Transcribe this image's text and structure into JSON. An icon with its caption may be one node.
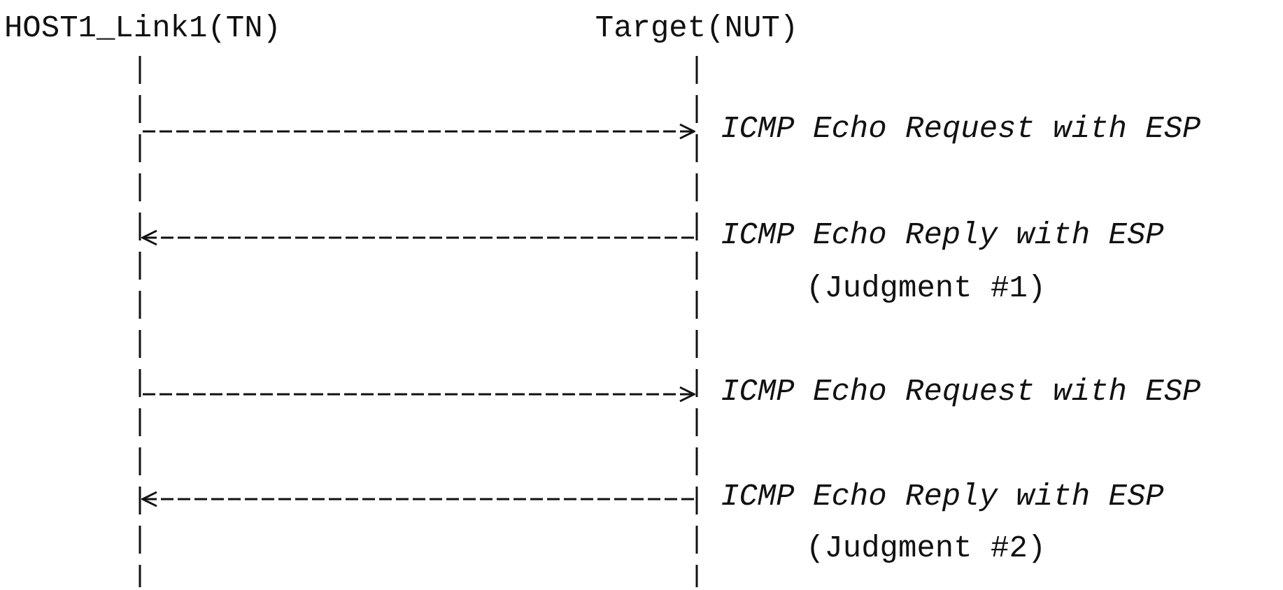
{
  "diagram": {
    "nodes": [
      {
        "text": [
          "HOST1_Link1(TN)"
        ]
      },
      {
        "text": [
          "Target(NUT)"
        ]
      }
    ],
    "edges": [
      {
        "from": 0,
        "to": 1,
        "arrow": "to",
        "label": "ICMP Echo Request with ESP"
      },
      {
        "from": 1,
        "to": 0,
        "arrow": "to",
        "label": "ICMP Echo Reply with ESP"
      },
      {
        "from": 0,
        "to": 1,
        "arrow": "to",
        "label": "ICMP Echo Request with ESP"
      },
      {
        "from": 1,
        "to": 0,
        "arrow": "to",
        "label": "ICMP Echo Reply with ESP"
      }
    ],
    "labels": [
      "(Judgment #1)",
      "(Judgment #2)"
    ]
  }
}
